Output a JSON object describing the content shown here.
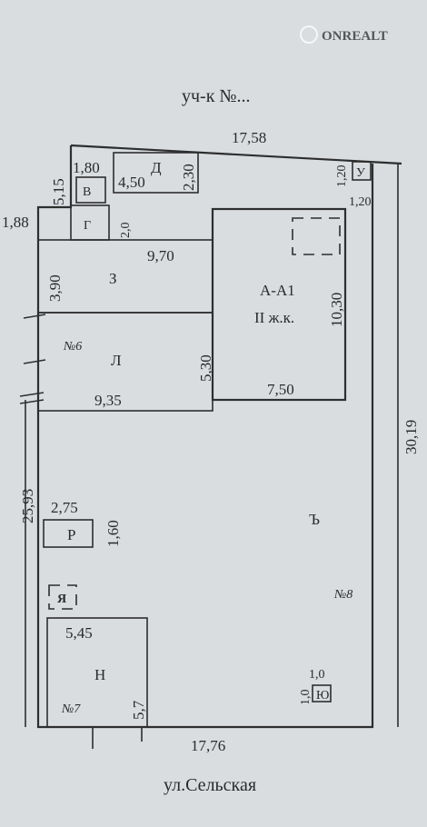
{
  "header": {
    "neighbor": "уч-к №..."
  },
  "street": "ул.Сельская",
  "watermark": {
    "brand": "ONREALT"
  },
  "dimensions": {
    "top_width": "17,58",
    "bottom_width": "17,76",
    "left_height": "25,93",
    "right_height": "30,19",
    "top_left_height": "5,15",
    "g_offset": "1,88"
  },
  "buildings": {
    "main": {
      "label": "А-А1",
      "sublabel": "II ж.к.",
      "width": "7,50",
      "height": "10,30"
    },
    "z": {
      "label": "З",
      "width": "9,70",
      "height": "3,90"
    },
    "l": {
      "label": "Л",
      "number": "№6",
      "width": "9,35",
      "height": "5,30"
    },
    "d": {
      "label": "Д",
      "width": "4,50",
      "height": "2,30"
    },
    "v": {
      "label": "В",
      "width": "1,80"
    },
    "g": {
      "label": "Г",
      "height": "2,0"
    },
    "u": {
      "label": "У",
      "width": "1,20",
      "height": "1,20"
    },
    "r": {
      "label": "Р",
      "width": "2,75",
      "height": "1,60"
    },
    "ya": {
      "label": "Я"
    },
    "n": {
      "label": "Н",
      "number": "№7",
      "width": "5,45",
      "height": "5,7"
    },
    "yu": {
      "label": "Ю",
      "width": "1,0",
      "height": "1,0"
    }
  },
  "yard": {
    "label": "Ъ",
    "number": "№8"
  }
}
